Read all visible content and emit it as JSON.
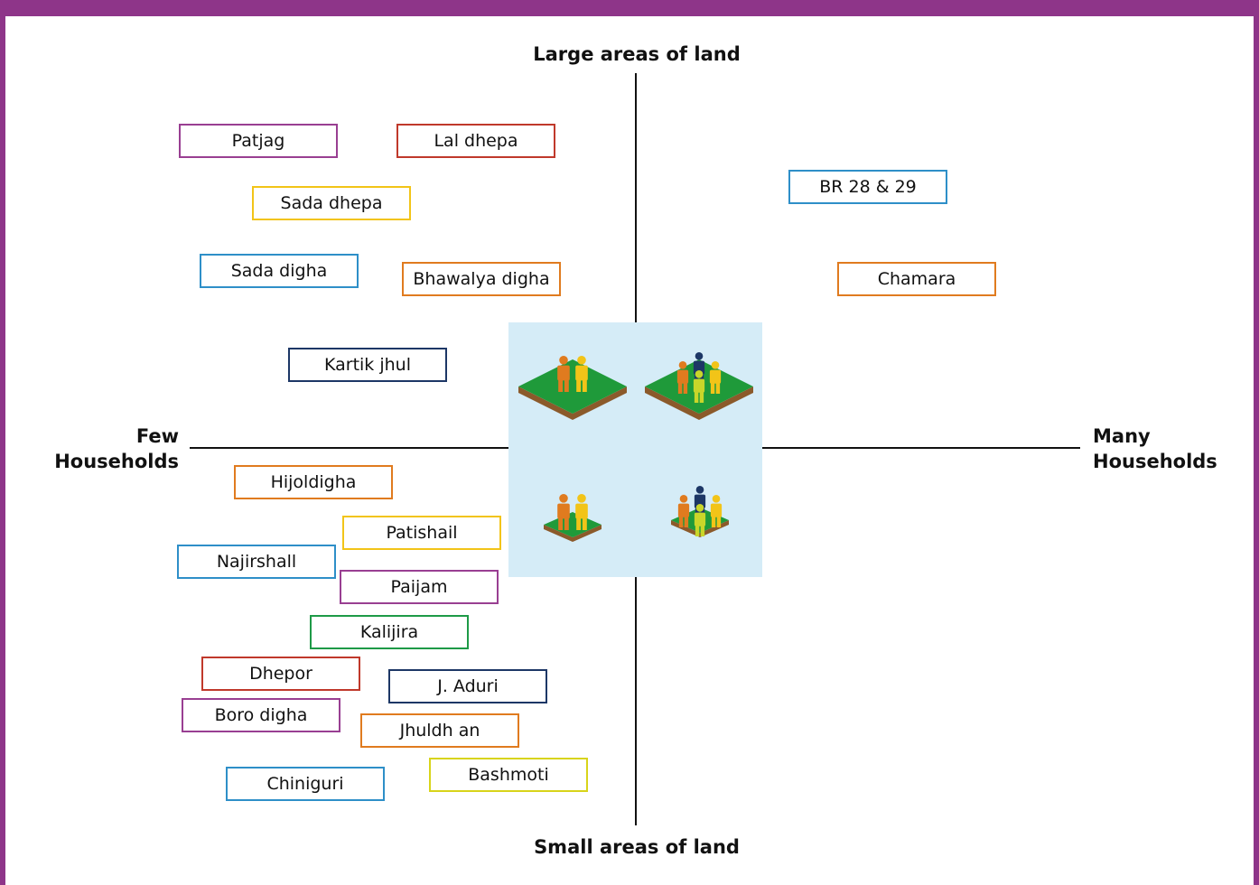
{
  "axes": {
    "top": "Large areas of land",
    "bottom": "Small areas of land",
    "left": "Few\nHouseholds",
    "right": "Many\nHouseholds"
  },
  "colors": {
    "frame": "#8e3589",
    "quadrant_bg": "#d5ecf7",
    "grass": "#1f9a3a",
    "soil": "#8b5a2b"
  },
  "varieties": [
    {
      "label": "Patjag",
      "color": "#993f92"
    },
    {
      "label": "Lal dhepa",
      "color": "#c0392b"
    },
    {
      "label": "BR 28 & 29",
      "color": "#2e8fc8"
    },
    {
      "label": "Sada dhepa",
      "color": "#f2c418"
    },
    {
      "label": "Sada digha",
      "color": "#2e8fc8"
    },
    {
      "label": "Bhawalya digha",
      "color": "#e07b1f"
    },
    {
      "label": "Chamara",
      "color": "#e07b1f"
    },
    {
      "label": "Kartik jhul",
      "color": "#1d3766"
    },
    {
      "label": "Hijoldigha",
      "color": "#e07b1f"
    },
    {
      "label": "Patishail",
      "color": "#f2c418"
    },
    {
      "label": "Najirshall",
      "color": "#2e8fc8"
    },
    {
      "label": "Paijam",
      "color": "#993f92"
    },
    {
      "label": "Kalijira",
      "color": "#1e9a47"
    },
    {
      "label": "Dhepor",
      "color": "#c0392b"
    },
    {
      "label": "J. Aduri",
      "color": "#1d3766"
    },
    {
      "label": "Boro digha",
      "color": "#993f92"
    },
    {
      "label": "Jhuldh an",
      "color": "#e07b1f"
    },
    {
      "label": "Bashmoti",
      "color": "#d8d41a"
    },
    {
      "label": "Chiniguri",
      "color": "#2e8fc8"
    }
  ],
  "quadrant_icons": [
    {
      "name": "few-households-large-land-icon",
      "people": [
        "#e07b1f",
        "#f2c418"
      ],
      "land": "large"
    },
    {
      "name": "many-households-large-land-icon",
      "people": [
        "#e07b1f",
        "#1d3766",
        "#f2c418",
        "#c9d62a"
      ],
      "land": "large"
    },
    {
      "name": "few-households-small-land-icon",
      "people": [
        "#e07b1f",
        "#f2c418"
      ],
      "land": "small"
    },
    {
      "name": "many-households-small-land-icon",
      "people": [
        "#e07b1f",
        "#1d3766",
        "#f2c418",
        "#c9d62a"
      ],
      "land": "small"
    }
  ]
}
